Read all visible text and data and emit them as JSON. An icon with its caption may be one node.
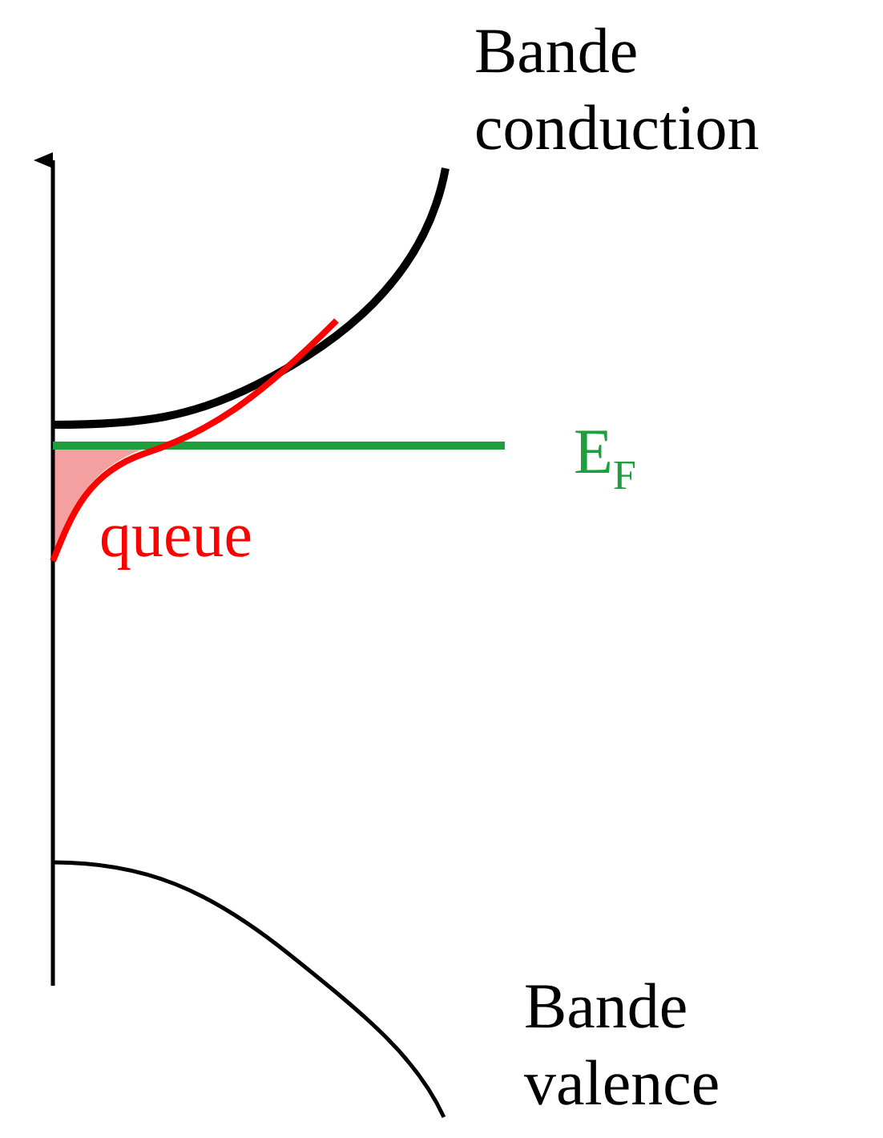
{
  "diagram": {
    "labels": [
      "Bande conduction",
      "E$_{F}$",
      "queue",
      "Bande valence"
    ]
  }
}
